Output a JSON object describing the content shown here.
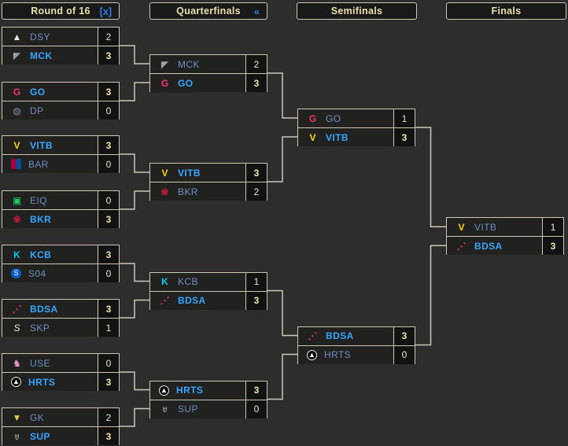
{
  "colors": {
    "background": "#2d2d2d",
    "box_border": "#cdc7b8",
    "row_bg": "#212120",
    "score_bg": "#121212",
    "header_text": "#eadfae",
    "action_blue": "#2f7fe8",
    "winner_name": "#35a7ff",
    "loser_name": "#6e8fc0",
    "winner_score": "#f0e5ae",
    "loser_score": "#e6e3d2"
  },
  "team_logos": {
    "DSY": {
      "icon": "dsy-logo-icon",
      "glyph": "▲",
      "color": "#e6e6e6"
    },
    "MCK": {
      "icon": "mck-logo-icon",
      "glyph": "◤",
      "color": "#9aa0a6"
    },
    "GO": {
      "icon": "go-logo-icon",
      "glyph": "G",
      "color": "#f0336e",
      "bold": true
    },
    "DP": {
      "icon": "dp-logo-icon",
      "glyph": "◍",
      "color": "#7d8ea3"
    },
    "VITB": {
      "icon": "vitb-logo-icon",
      "glyph": "V",
      "color": "#ffd400",
      "bold": true
    },
    "BAR": {
      "icon": "bar-logo-icon",
      "glyph": "",
      "color": "#ffffff",
      "bg": "linear-gradient(90deg,#a50044 50%,#004d98 50%)"
    },
    "EIQ": {
      "icon": "eiq-logo-icon",
      "glyph": "▣",
      "color": "#1ed05e"
    },
    "BKR": {
      "icon": "bkr-logo-icon",
      "glyph": "※",
      "color": "#e0163c",
      "bold": true
    },
    "KCB": {
      "icon": "kcb-logo-icon",
      "glyph": "K",
      "color": "#00c8f0",
      "bold": true
    },
    "S04": {
      "icon": "s04-logo-icon",
      "glyph": "S",
      "color": "#ffffff",
      "bg": "#0a5bc4",
      "round": true
    },
    "BDSA": {
      "icon": "bdsa-logo-icon",
      "glyph": "⋰",
      "color": "#ff2d78",
      "bold": true
    },
    "SKP": {
      "icon": "skp-logo-icon",
      "glyph": "S",
      "color": "#e8e8e8",
      "italic": true
    },
    "USE": {
      "icon": "use-logo-icon",
      "glyph": "♞",
      "color": "#f09ad0"
    },
    "HRTS": {
      "icon": "hrts-logo-icon",
      "glyph": "▲",
      "color": "#ffffff",
      "bg": "#0a0a0a",
      "round": true,
      "ring": "#e8e8e8"
    },
    "GK": {
      "icon": "gk-logo-icon",
      "glyph": "▼",
      "color": "#e3c553"
    },
    "SUP": {
      "icon": "sup-logo-icon",
      "glyph": "♅",
      "color": "#ececf2"
    }
  },
  "rounds": [
    {
      "name": "Round of 16",
      "action": "[x]",
      "matches": [
        {
          "teams": [
            {
              "abbr": "DSY",
              "score": "2",
              "winner": false
            },
            {
              "abbr": "MCK",
              "score": "3",
              "winner": true
            }
          ]
        },
        {
          "teams": [
            {
              "abbr": "GO",
              "score": "3",
              "winner": true
            },
            {
              "abbr": "DP",
              "score": "0",
              "winner": false
            }
          ]
        },
        {
          "teams": [
            {
              "abbr": "VITB",
              "score": "3",
              "winner": true
            },
            {
              "abbr": "BAR",
              "score": "0",
              "winner": false
            }
          ]
        },
        {
          "teams": [
            {
              "abbr": "EIQ",
              "score": "0",
              "winner": false
            },
            {
              "abbr": "BKR",
              "score": "3",
              "winner": true
            }
          ]
        },
        {
          "teams": [
            {
              "abbr": "KCB",
              "score": "3",
              "winner": true
            },
            {
              "abbr": "S04",
              "score": "0",
              "winner": false
            }
          ]
        },
        {
          "teams": [
            {
              "abbr": "BDSA",
              "score": "3",
              "winner": true
            },
            {
              "abbr": "SKP",
              "score": "1",
              "winner": false
            }
          ]
        },
        {
          "teams": [
            {
              "abbr": "USE",
              "score": "0",
              "winner": false
            },
            {
              "abbr": "HRTS",
              "score": "3",
              "winner": true
            }
          ]
        },
        {
          "teams": [
            {
              "abbr": "GK",
              "score": "2",
              "winner": false
            },
            {
              "abbr": "SUP",
              "score": "3",
              "winner": true
            }
          ]
        }
      ]
    },
    {
      "name": "Quarterfinals",
      "action": "«",
      "matches": [
        {
          "teams": [
            {
              "abbr": "MCK",
              "score": "2",
              "winner": false
            },
            {
              "abbr": "GO",
              "score": "3",
              "winner": true
            }
          ]
        },
        {
          "teams": [
            {
              "abbr": "VITB",
              "score": "3",
              "winner": true
            },
            {
              "abbr": "BKR",
              "score": "2",
              "winner": false
            }
          ]
        },
        {
          "teams": [
            {
              "abbr": "KCB",
              "score": "1",
              "winner": false
            },
            {
              "abbr": "BDSA",
              "score": "3",
              "winner": true
            }
          ]
        },
        {
          "teams": [
            {
              "abbr": "HRTS",
              "score": "3",
              "winner": true
            },
            {
              "abbr": "SUP",
              "score": "0",
              "winner": false
            }
          ]
        }
      ]
    },
    {
      "name": "Semifinals",
      "matches": [
        {
          "teams": [
            {
              "abbr": "GO",
              "score": "1",
              "winner": false
            },
            {
              "abbr": "VITB",
              "score": "3",
              "winner": true
            }
          ]
        },
        {
          "teams": [
            {
              "abbr": "BDSA",
              "score": "3",
              "winner": true
            },
            {
              "abbr": "HRTS",
              "score": "0",
              "winner": false
            }
          ]
        }
      ]
    },
    {
      "name": "Finals",
      "matches": [
        {
          "teams": [
            {
              "abbr": "VITB",
              "score": "1",
              "winner": false
            },
            {
              "abbr": "BDSA",
              "score": "3",
              "winner": true
            }
          ]
        }
      ]
    }
  ]
}
